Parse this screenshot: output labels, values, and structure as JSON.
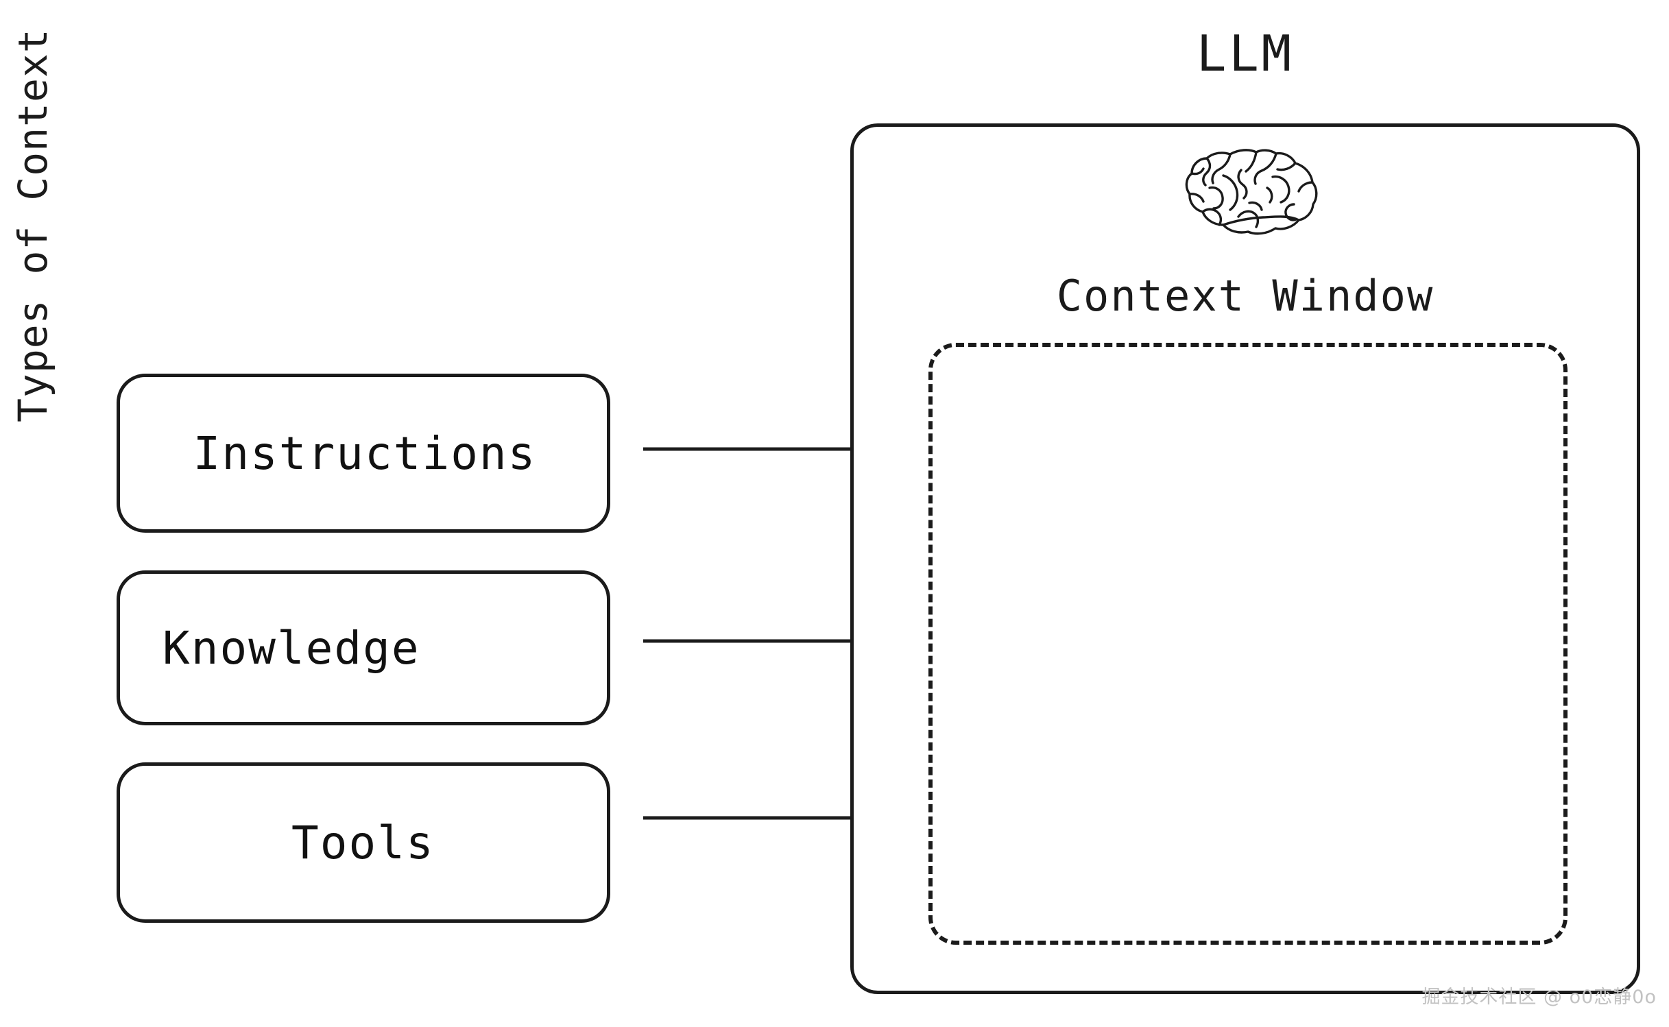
{
  "diagram": {
    "title": "LLM",
    "axis_label": "Types of Context",
    "context_window_label": "Context Window",
    "brain_icon_name": "brain-icon",
    "context_types": [
      {
        "label": "Instructions"
      },
      {
        "label": "Knowledge"
      },
      {
        "label": "Tools"
      }
    ],
    "arrows": [
      {
        "from": "Instructions",
        "to": "Context Window",
        "style": "solid-arrow-right"
      },
      {
        "from": "Knowledge",
        "to": "Context Window",
        "style": "solid-arrow-right"
      },
      {
        "from": "Tools",
        "to": "Context Window",
        "style": "solid-arrow-right"
      }
    ],
    "context_window_border_style": "dashed",
    "colors": {
      "stroke": "#1b1b1b",
      "background": "#ffffff",
      "watermark": "#c2c2c2"
    }
  },
  "watermark": {
    "text": "掘金技术社区 @ o0恋静0o"
  }
}
